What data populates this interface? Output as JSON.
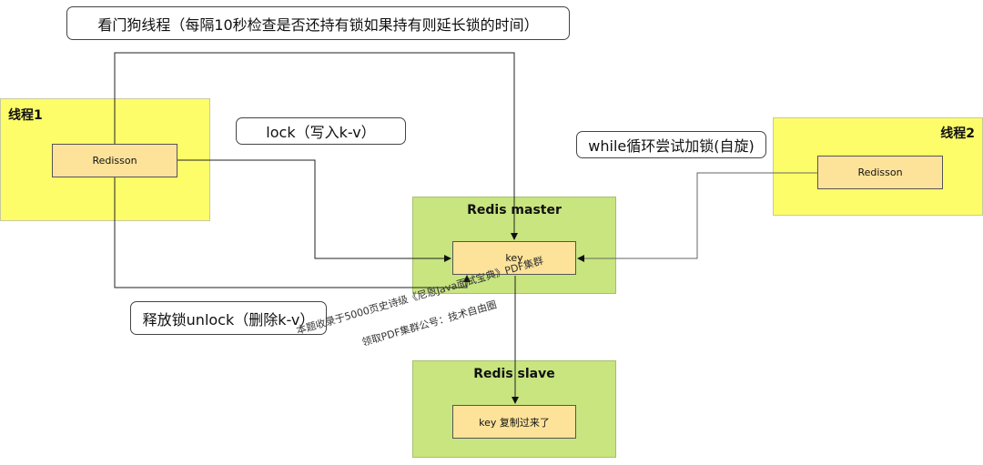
{
  "callouts": {
    "watchdog": "看门狗线程（每隔10秒检查是否还持有锁如果持有则延长锁的时间）",
    "lock": "lock（写入k-v）",
    "while_loop": "while循环尝试加锁(自旋)",
    "release": "释放锁unlock（删除k-v）"
  },
  "thread1": {
    "title": "线程1",
    "client": "Redisson"
  },
  "thread2": {
    "title": "线程2",
    "client": "Redisson"
  },
  "redis_master": {
    "title": "Redis  master",
    "key": "key"
  },
  "redis_slave": {
    "title": "Redis  slave",
    "key": "key 复制过来了"
  },
  "watermark": {
    "line1": "本题收录于5000页史诗级《尼恩Java面试宝典》PDF集群",
    "line2": "领取PDF集群公号：技术自由圈"
  },
  "colors": {
    "thread": "#fdfd6a",
    "redis": "#c8e57f",
    "inner": "#fde39a"
  }
}
